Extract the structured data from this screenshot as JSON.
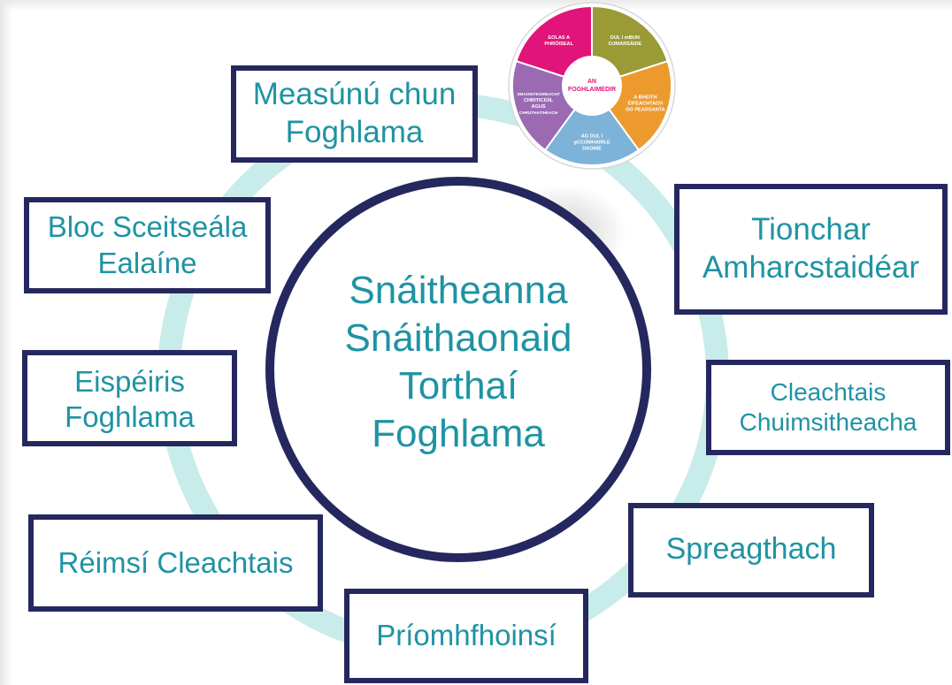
{
  "center": {
    "lines": [
      "Snáitheanna",
      "Snáithaonaid",
      "Torthaí",
      "Foghlama"
    ]
  },
  "boxes": {
    "measunu": [
      "Measúnú chun",
      "Foghlama"
    ],
    "bloc": [
      "Bloc Sceitseála",
      "Ealaíne"
    ],
    "eispeiris": [
      "Eispéiris",
      "Foghlama"
    ],
    "reimsi": [
      "Réimsí Cleachtais"
    ],
    "priomh": [
      "Príomhfhoinsí"
    ],
    "spreag": [
      "Spreagthach"
    ],
    "cleachtais": [
      "Cleachtais",
      "Chuimsitheacha"
    ],
    "tionchar": [
      "Tionchar",
      "Amharcstaidéar"
    ]
  },
  "wheel": {
    "center_label": [
      "AN",
      "FOGHLAIMEDIR"
    ],
    "segments": [
      {
        "lines": [
          "EOLAS A",
          "PHRÓISEAL"
        ],
        "color": "#e0147a"
      },
      {
        "lines": [
          "DUL I mBUN",
          "CUMARSÁIDE"
        ],
        "color": "#9a9a36"
      },
      {
        "lines": [
          "A BHEITH",
          "ÉIFEACHTACH",
          "GO PEARSANTA"
        ],
        "color": "#ec9a2e"
      },
      {
        "lines": [
          "AG DUL I",
          "gCCOMHAIRLE",
          "DAOINE"
        ],
        "color": "#7db3d8"
      },
      {
        "lines": [
          "SMAOINTEOIREACHT",
          "CHRITICIÚIL",
          "AGUS",
          "CHRUTHAITHEACH"
        ],
        "color": "#9b6ab3"
      }
    ]
  },
  "colors": {
    "navy": "#25285e",
    "teal_text": "#1f93a3",
    "ring": "#c8ece9",
    "magenta": "#e0147a"
  }
}
